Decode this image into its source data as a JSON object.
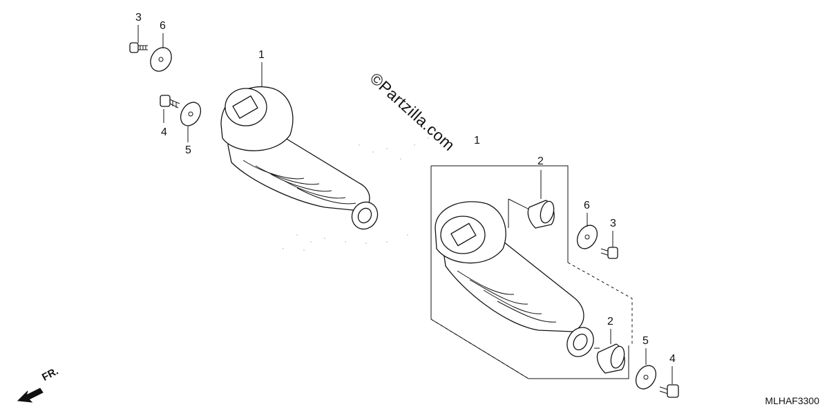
{
  "watermark": "©Partzilla.com",
  "diagram_code": "MLHAF3300",
  "direction_label": "FR.",
  "callouts": {
    "left_shock": "1",
    "left_bolt_top": "3",
    "left_washer_top": "6",
    "left_bolt_lower": "4",
    "left_washer_lower": "5",
    "right_shock": "1",
    "right_bushing_top": "2",
    "right_washer_top": "6",
    "right_bolt_top": "3",
    "right_bushing_bottom": "2",
    "right_washer_bottom": "5",
    "right_bolt_bottom": "4"
  },
  "icons": {
    "direction_arrow": "arrow-down-left-icon"
  }
}
